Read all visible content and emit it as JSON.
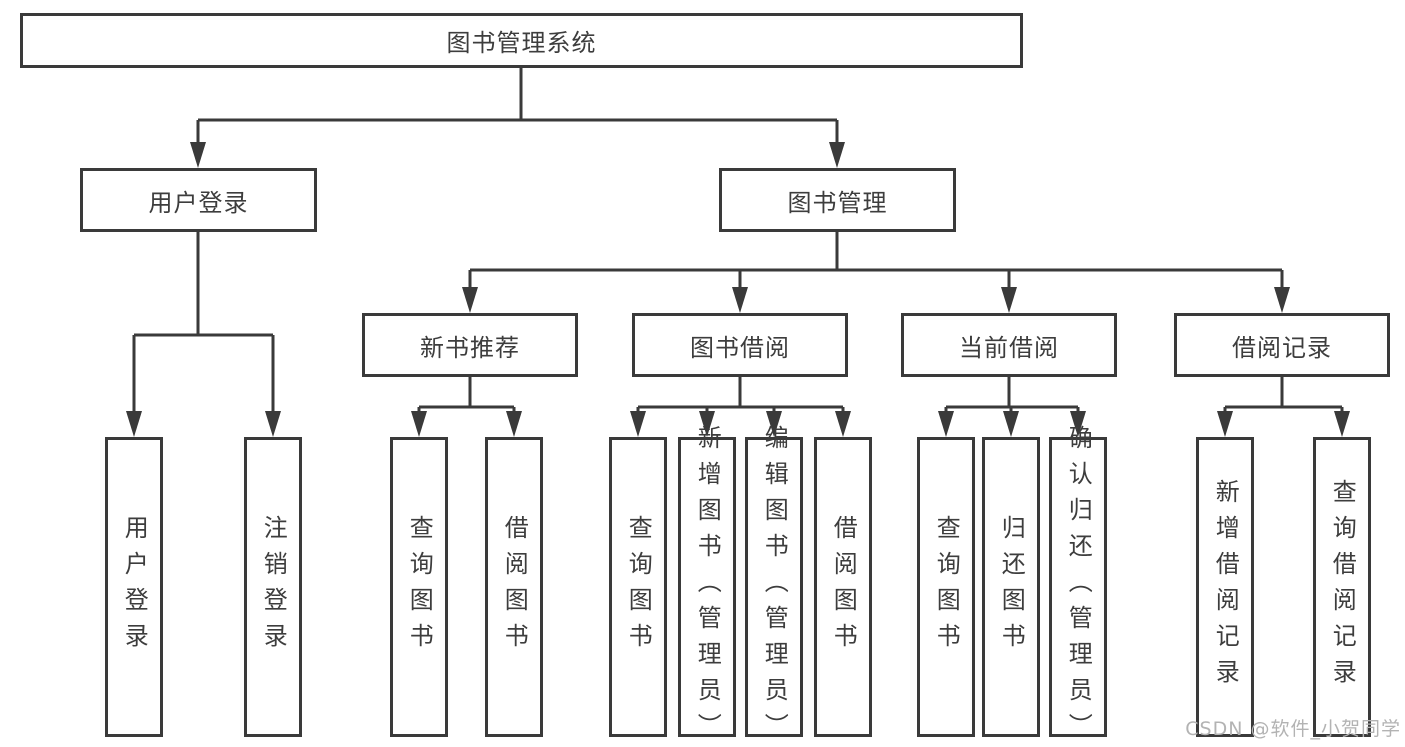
{
  "nodes": {
    "root": "图书管理系统",
    "user_login": "用户登录",
    "book_mgmt": "图书管理",
    "new_book_rec": "新书推荐",
    "book_borrow": "图书借阅",
    "current_borrow": "当前借阅",
    "borrow_record": "借阅记录",
    "ul_login": "用户登录",
    "ul_logout": "注销登录",
    "nb_query": "查询图书",
    "nb_borrow": "借阅图书",
    "bb_query": "查询图书",
    "bb_add": "新增图书（管理员）",
    "bb_edit": "编辑图书（管理员）",
    "bb_borrow": "借阅图书",
    "cb_query": "查询图书",
    "cb_return": "归还图书",
    "cb_confirm": "确认归还（管理员）",
    "br_add": "新增借阅记录",
    "br_query": "查询借阅记录"
  },
  "watermark": "CSDN @软件_小贺同学",
  "colors": {
    "line": "#3a3a3a",
    "text": "#3d3d3d",
    "watermark": "#b3b3b3",
    "background": "#ffffff"
  }
}
